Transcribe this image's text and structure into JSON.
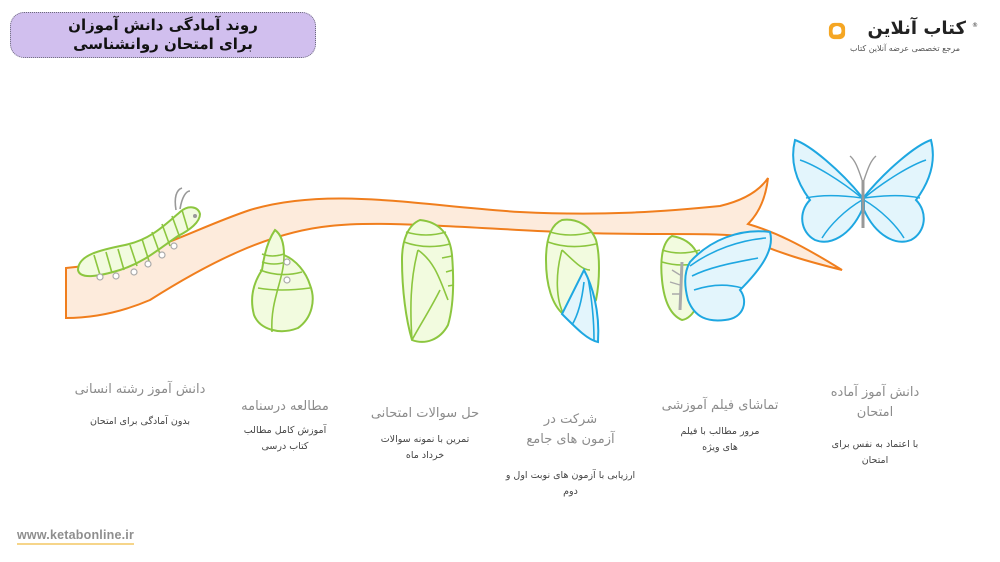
{
  "header": {
    "title_line1": "روند آمادگی دانش آموزان",
    "title_line2": "برای امتحان روانشناسی",
    "title_bg": "#d1bfee"
  },
  "logo": {
    "name": "کتاب آنلاین",
    "registered": "®",
    "tagline": "مرجع تخصصی عرضه آنلاین کتاب",
    "icon": "rounded-square-chat-icon",
    "icon_color": "#f5a623"
  },
  "colors": {
    "branch_stroke": "#f07e1d",
    "branch_fill": "#fdebdc",
    "larva_stroke": "#8cc63f",
    "larva_fill": "#f2fbdf",
    "wing_stroke": "#1ea7e1",
    "wing_fill": "#e3f5fc"
  },
  "stages": [
    {
      "title": "دانش آموز رشته انسانی",
      "description": "بدون آمادگی برای امتحان",
      "illustration": "caterpillar"
    },
    {
      "title": "مطالعه درسنامه",
      "description": "آموزش کامل مطالب کتاب درسی",
      "illustration": "early-pupa"
    },
    {
      "title": "حل سوالات امتحانی",
      "description": "تمرین با نمونه سوالات خرداد ماه",
      "illustration": "chrysalis"
    },
    {
      "title": "شرکت در آزمون های جامع",
      "description": "ارزیابی با آزمون های نوبت اول و دوم",
      "illustration": "chrysalis-with-wing"
    },
    {
      "title": "تماشای فیلم آموزشی",
      "description": "مرور مطالب با فیلم های ویژه",
      "illustration": "emerging-butterfly"
    },
    {
      "title": "دانش آموز آماده امتحان",
      "description": "با اعتماد به نفس برای امتحان",
      "illustration": "butterfly"
    }
  ],
  "footer": {
    "url": "www.ketabonline.ir"
  }
}
